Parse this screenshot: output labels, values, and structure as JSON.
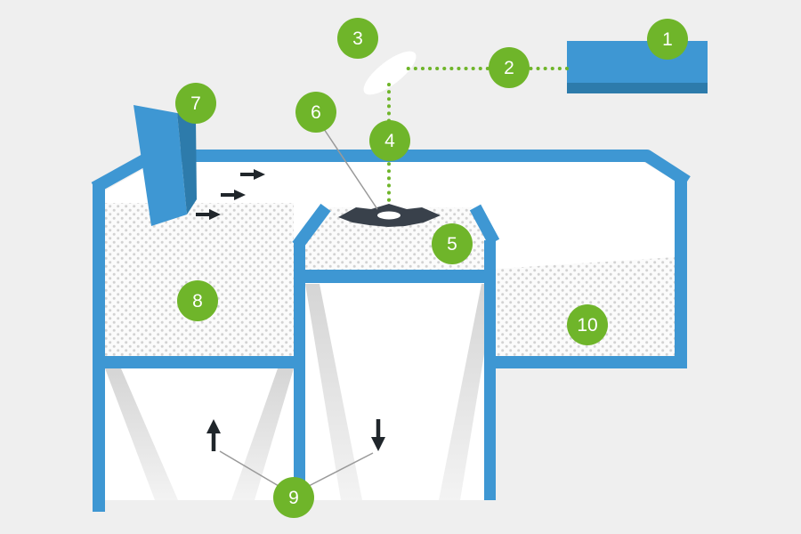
{
  "diagram": {
    "labels": [
      "1",
      "2",
      "3",
      "4",
      "5",
      "6",
      "7",
      "8",
      "9",
      "10"
    ],
    "colors": {
      "accent_green": "#6fb52a",
      "machine_blue": "#3e97d3",
      "machine_blue_dark": "#2d7bab",
      "part_dark": "#39414b",
      "background": "#efefef",
      "powder_dot": "#d2d2d2"
    }
  }
}
